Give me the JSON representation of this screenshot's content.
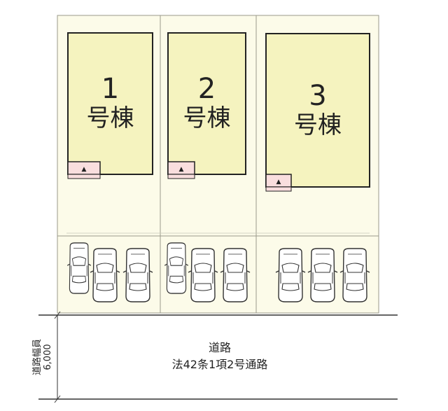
{
  "buildings": [
    {
      "number": "1",
      "label": "号棟"
    },
    {
      "number": "2",
      "label": "号棟"
    },
    {
      "number": "3",
      "label": "号棟"
    }
  ],
  "road": {
    "name": "道路",
    "legal": "法42条1項2号通路",
    "width_label": "道路幅員",
    "width_value": "6,000"
  },
  "entrance_symbol": "▲",
  "colors": {
    "lot_fill": "#fcfbe9",
    "building_fill": "#f5f3bf",
    "entrance_fill": "#f9dede",
    "line": "#222222",
    "lot_line": "#9a9a8a"
  }
}
